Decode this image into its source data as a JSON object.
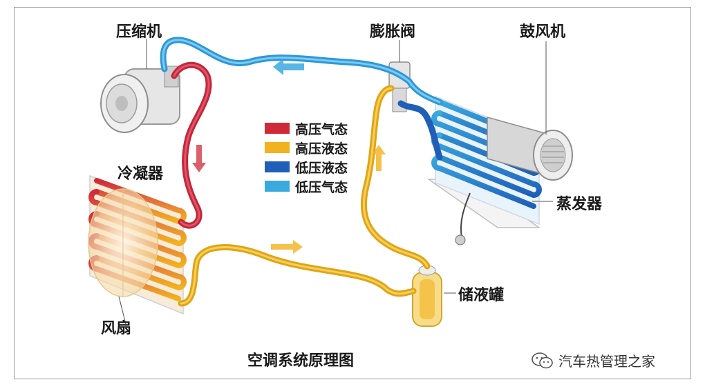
{
  "labels": {
    "compressor": "压缩机",
    "expansion_valve": "膨胀阀",
    "blower": "鼓风机",
    "condenser": "冷凝器",
    "evaporator": "蒸发器",
    "fan": "风扇",
    "receiver": "储液罐"
  },
  "legend": [
    {
      "label": "高压气态",
      "color": "#d0293a"
    },
    {
      "label": "高压液态",
      "color": "#f2b21e"
    },
    {
      "label": "低压液态",
      "color": "#1f5fb8"
    },
    {
      "label": "低压气态",
      "color": "#3aa9e0"
    }
  ],
  "caption": "空调系统原理图",
  "watermark": {
    "text": "汽车热管理之家",
    "icon": "wechat-icon"
  }
}
